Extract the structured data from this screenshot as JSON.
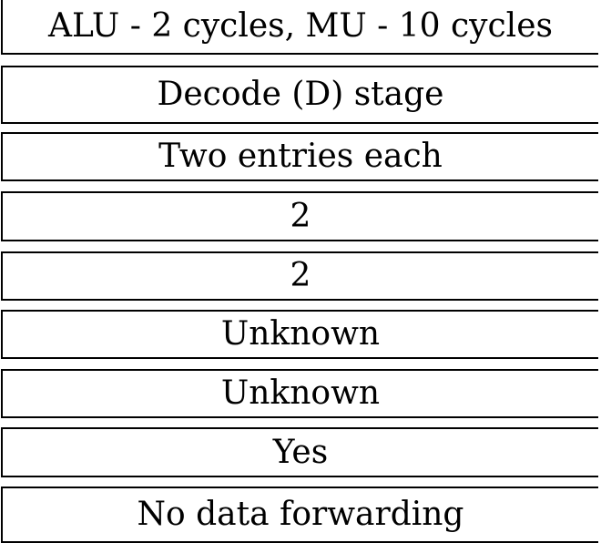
{
  "rows": [
    "ALU - 2 cycles, MU - 10 cycles",
    "Decode (D) stage",
    "Two entries each",
    "2",
    "2",
    "Unknown",
    "Unknown",
    "Yes",
    "No data forwarding"
  ]
}
